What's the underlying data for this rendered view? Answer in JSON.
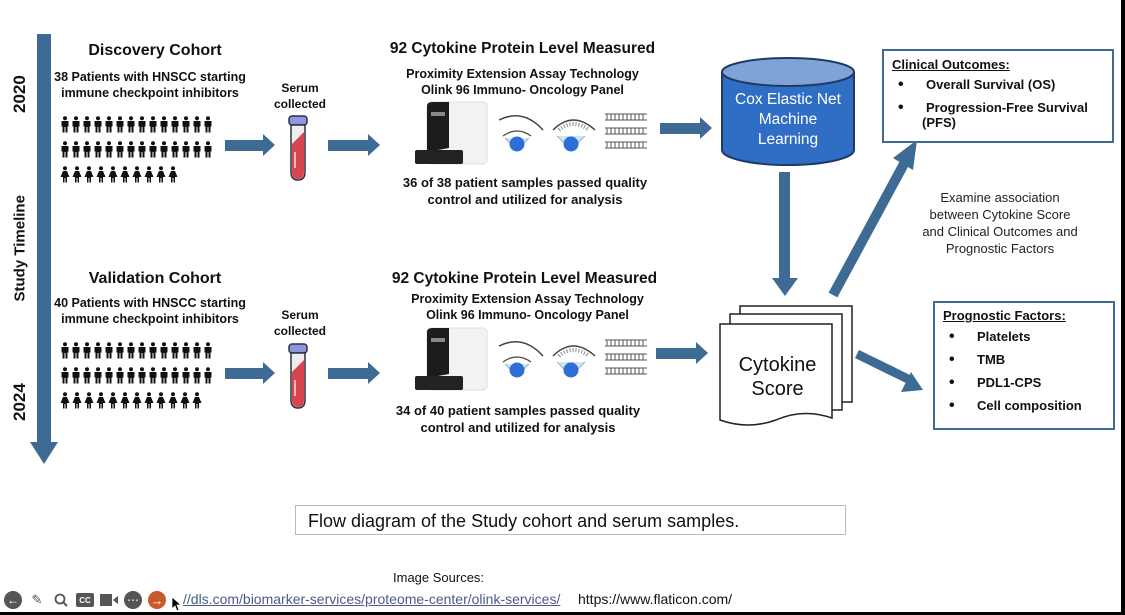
{
  "timeline": {
    "label": "Study Timeline",
    "start_year": "2020",
    "end_year": "2024"
  },
  "discovery": {
    "title": "Discovery Cohort",
    "subtitle_line1": "38 Patients with HNSCC starting",
    "subtitle_line2": "immune checkpoint inhibitors",
    "serum_line1": "Serum",
    "serum_line2": "collected",
    "measure_title": "92 Cytokine Protein Level Measured",
    "tech_line1": "Proximity Extension Assay Technology",
    "tech_line2": "Olink 96 Immuno- Oncology Panel",
    "qc_line1": "36 of 38 patient samples passed quality",
    "qc_line2": "control and utilized for analysis"
  },
  "validation": {
    "title": "Validation Cohort",
    "subtitle_line1": "40 Patients with HNSCC starting",
    "subtitle_line2": "immune checkpoint inhibitors",
    "serum_line1": "Serum",
    "serum_line2": "collected",
    "measure_title": "92 Cytokine Protein Level Measured",
    "tech_line1": "Proximity Extension Assay Technology",
    "tech_line2": "Olink 96 Immuno- Oncology Panel",
    "qc_line1": "34 of 40 patient samples passed quality",
    "qc_line2": "control and utilized for analysis"
  },
  "model": {
    "line1": "Cox Elastic Net",
    "line2": "Machine",
    "line3": "Learning"
  },
  "score": {
    "line1": "Cytokine",
    "line2": "Score"
  },
  "association": {
    "line1": "Examine association",
    "line2": "between Cytokine Score",
    "line3": "and Clinical Outcomes and",
    "line4": "Prognostic Factors"
  },
  "clinical_outcomes": {
    "title": "Clinical Outcomes:",
    "items": [
      "Overall Survival (OS)",
      "Progression-Free  Survival"
    ],
    "item2_cont": "(PFS)"
  },
  "prognostic_factors": {
    "title": "Prognostic Factors:",
    "items": [
      "Platelets",
      "TMB",
      "PDL1-CPS",
      "Cell composition"
    ]
  },
  "caption": "Flow diagram of the Study cohort and serum samples.",
  "sources": {
    "label": "Image Sources:",
    "link1": "//dls.com/biomarker-services/proteome-center/olink-services/",
    "link2": "https://www.flaticon.com/"
  },
  "toolbar": {
    "icons": [
      "back-icon",
      "pen-icon",
      "search-icon",
      "cc-icon",
      "camera-icon",
      "more-icon",
      "forward-icon"
    ]
  },
  "colors": {
    "arrow": "#3d6b93",
    "cylinder": "#2f6ec4",
    "tube_red": "#d9454f",
    "tube_cap": "#8d97e0"
  }
}
